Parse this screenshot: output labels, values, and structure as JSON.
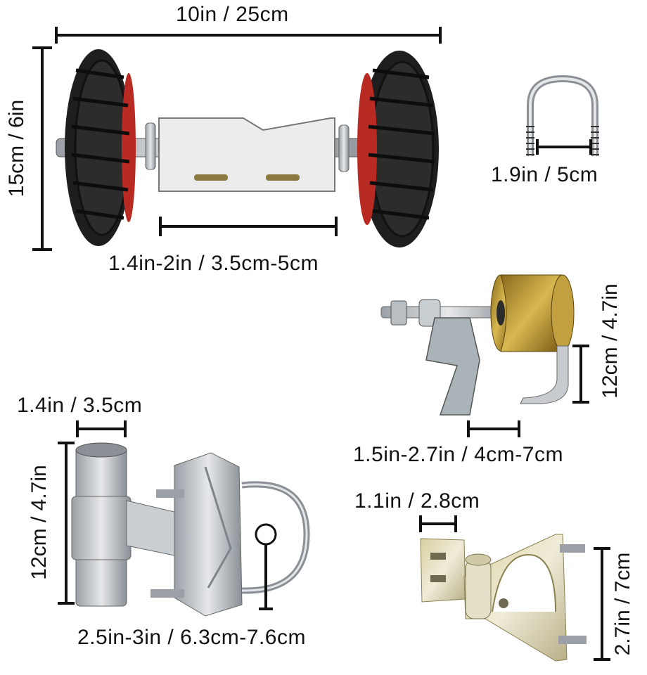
{
  "dimensions": {
    "wheel_width": "10in / 25cm",
    "wheel_height": "15cm / 6in",
    "axle_gap": "1.4in-2in / 3.5cm-5cm",
    "ubolt_width": "1.9in / 5cm",
    "roller_height": "12cm / 4.7in",
    "roller_gap": "1.5in-2.7in / 4cm-7cm",
    "clamp_tube": "1.4in / 3.5cm",
    "clamp_height": "12cm / 4.7in",
    "clamp_range": "2.5in-3in / 6.3cm-7.6cm",
    "bracket_width": "1.1in / 2.8cm",
    "bracket_height": "2.7in / 7cm"
  }
}
